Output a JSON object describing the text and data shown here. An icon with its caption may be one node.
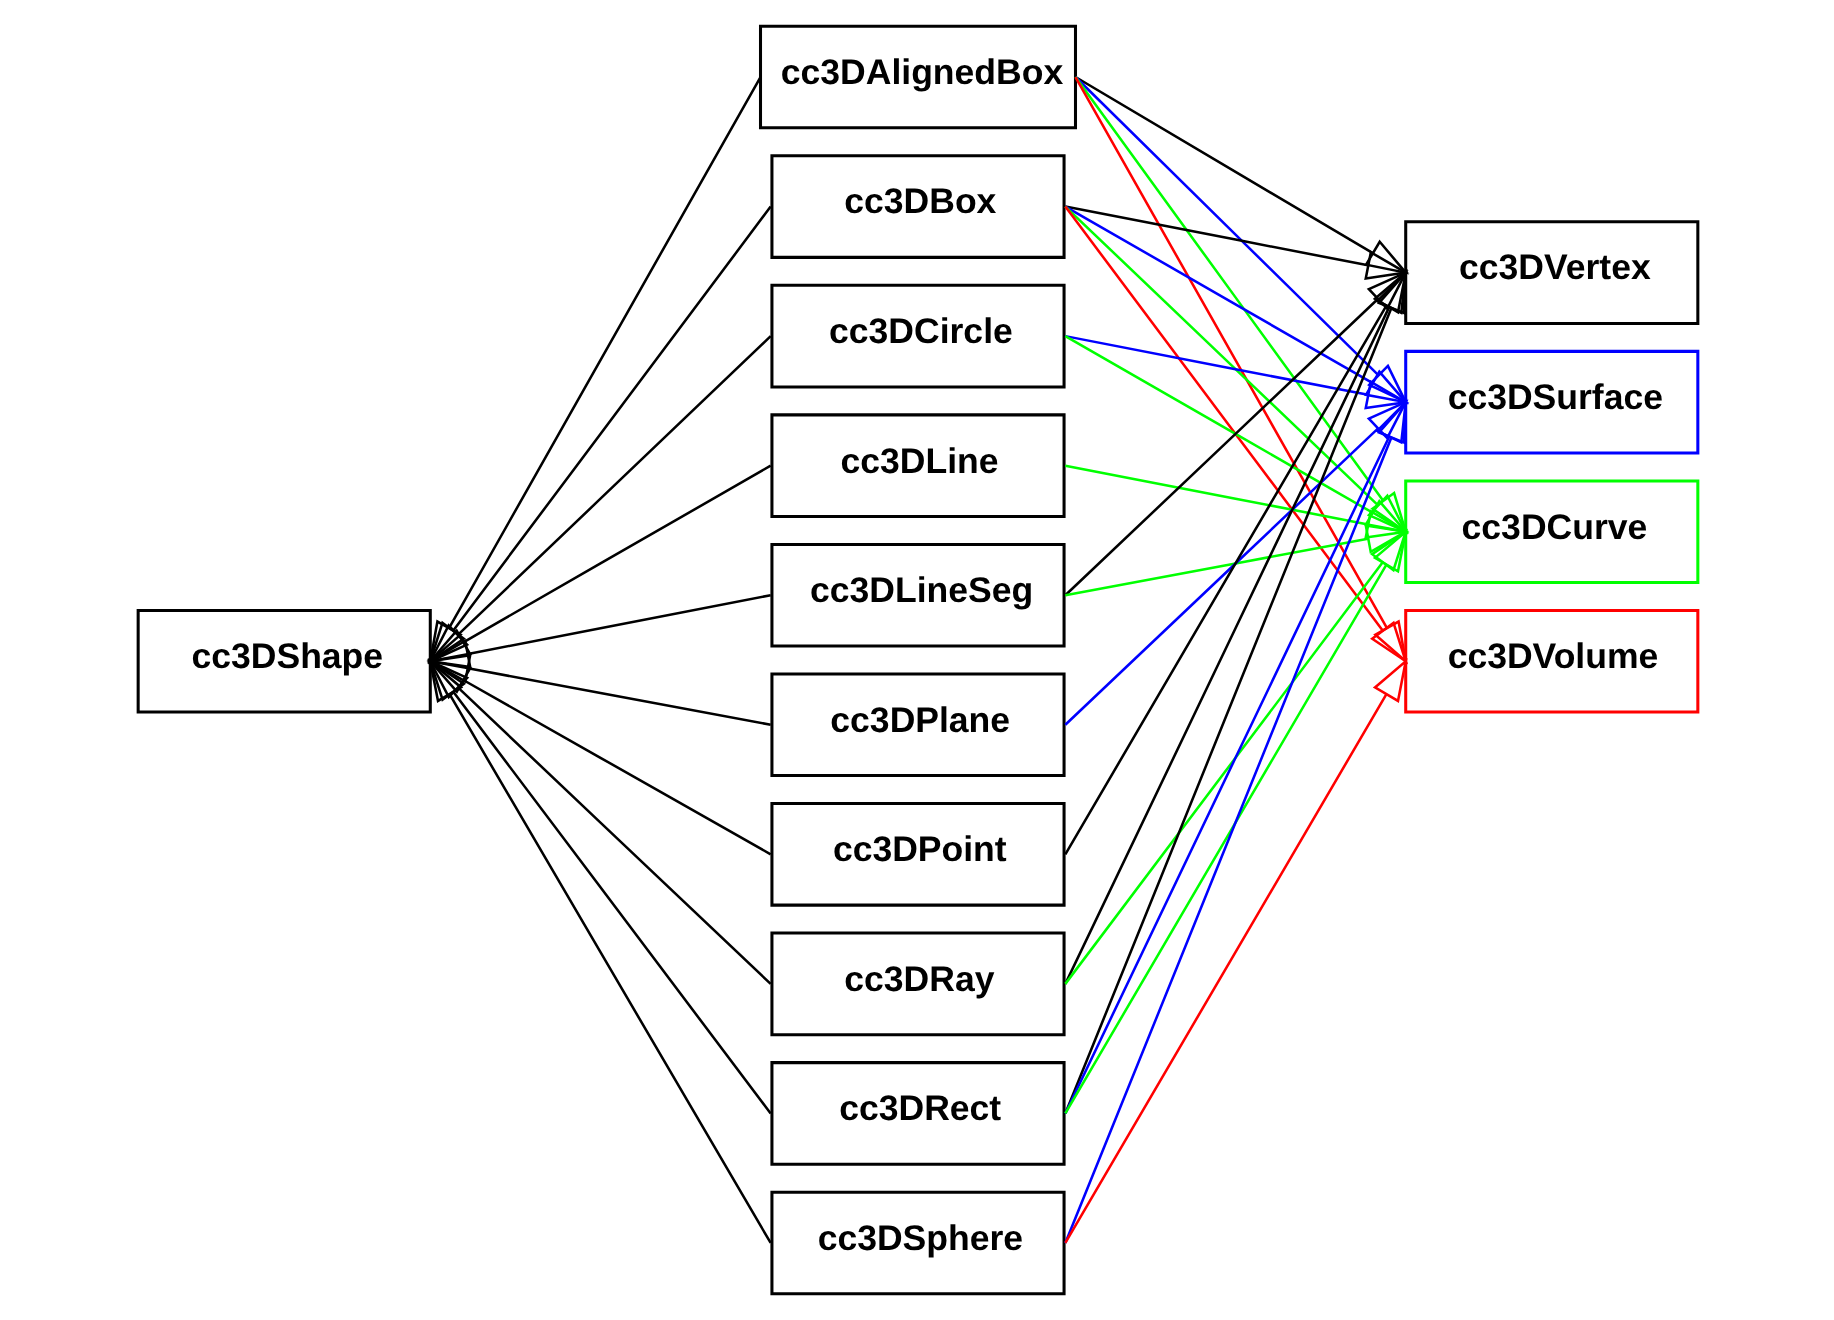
{
  "diagram": {
    "nodes": [
      {
        "text": [
          "cc3DShape"
        ]
      },
      {
        "text": [
          "cc3DAlignedBox"
        ]
      },
      {
        "text": [
          "cc3DBox"
        ]
      },
      {
        "text": [
          "cc3DCircle"
        ]
      },
      {
        "text": [
          "cc3DLine"
        ]
      },
      {
        "text": [
          "cc3DLineSeg"
        ]
      },
      {
        "text": [
          "cc3DPlane"
        ]
      },
      {
        "text": [
          "cc3DPoint"
        ]
      },
      {
        "text": [
          "cc3DRay"
        ]
      },
      {
        "text": [
          "cc3DRect"
        ]
      },
      {
        "text": [
          "cc3DSphere"
        ]
      },
      {
        "text": [
          "cc3DVertex"
        ]
      },
      {
        "text": [
          "cc3DSurface"
        ]
      },
      {
        "text": [
          "cc3DCurve"
        ]
      },
      {
        "text": [
          "cc3DVolume"
        ]
      }
    ],
    "edges": [
      {
        "from": 1,
        "to": 0,
        "arrow": "to"
      },
      {
        "from": 2,
        "to": 0,
        "arrow": "to"
      },
      {
        "from": 3,
        "to": 0,
        "arrow": "to"
      },
      {
        "from": 4,
        "to": 0,
        "arrow": "to"
      },
      {
        "from": 5,
        "to": 0,
        "arrow": "to"
      },
      {
        "from": 6,
        "to": 0,
        "arrow": "to"
      },
      {
        "from": 7,
        "to": 0,
        "arrow": "to"
      },
      {
        "from": 8,
        "to": 0,
        "arrow": "to"
      },
      {
        "from": 9,
        "to": 0,
        "arrow": "to"
      },
      {
        "from": 10,
        "to": 0,
        "arrow": "to"
      },
      {
        "from": 1,
        "to": 11,
        "arrow": "to"
      },
      {
        "from": 1,
        "to": 12,
        "arrow": "to",
        "color": "#0000ff"
      },
      {
        "from": 1,
        "to": 13,
        "arrow": "to",
        "color": "#00ff00"
      },
      {
        "from": 1,
        "to": 14,
        "arrow": "to",
        "color": "#ff0000"
      },
      {
        "from": 2,
        "to": 11,
        "arrow": "to"
      },
      {
        "from": 2,
        "to": 12,
        "arrow": "to",
        "color": "#0000ff"
      },
      {
        "from": 2,
        "to": 13,
        "arrow": "to",
        "color": "#00ff00"
      },
      {
        "from": 2,
        "to": 14,
        "arrow": "to",
        "color": "#ff0000"
      },
      {
        "from": 3,
        "to": 12,
        "arrow": "to",
        "color": "#0000ff"
      },
      {
        "from": 3,
        "to": 13,
        "arrow": "to",
        "color": "#00ff00"
      },
      {
        "from": 4,
        "to": 13,
        "arrow": "to",
        "color": "#00ff00"
      },
      {
        "from": 5,
        "to": 11,
        "arrow": "to"
      },
      {
        "from": 5,
        "to": 13,
        "arrow": "to",
        "color": "#00ff00"
      },
      {
        "from": 6,
        "to": 12,
        "arrow": "to",
        "color": "#0000ff"
      },
      {
        "from": 7,
        "to": 11,
        "arrow": "to"
      },
      {
        "from": 8,
        "to": 11,
        "arrow": "to"
      },
      {
        "from": 8,
        "to": 13,
        "arrow": "to",
        "color": "#00ff00"
      },
      {
        "from": 9,
        "to": 11,
        "arrow": "to"
      },
      {
        "from": 9,
        "to": 12,
        "arrow": "to",
        "color": "#0000ff"
      },
      {
        "from": 9,
        "to": 13,
        "arrow": "to",
        "color": "#00ff00"
      },
      {
        "from": 10,
        "to": 12,
        "arrow": "to",
        "color": "#0000ff"
      },
      {
        "from": 10,
        "to": 14,
        "arrow": "to",
        "color": "#ff0000"
      }
    ]
  }
}
